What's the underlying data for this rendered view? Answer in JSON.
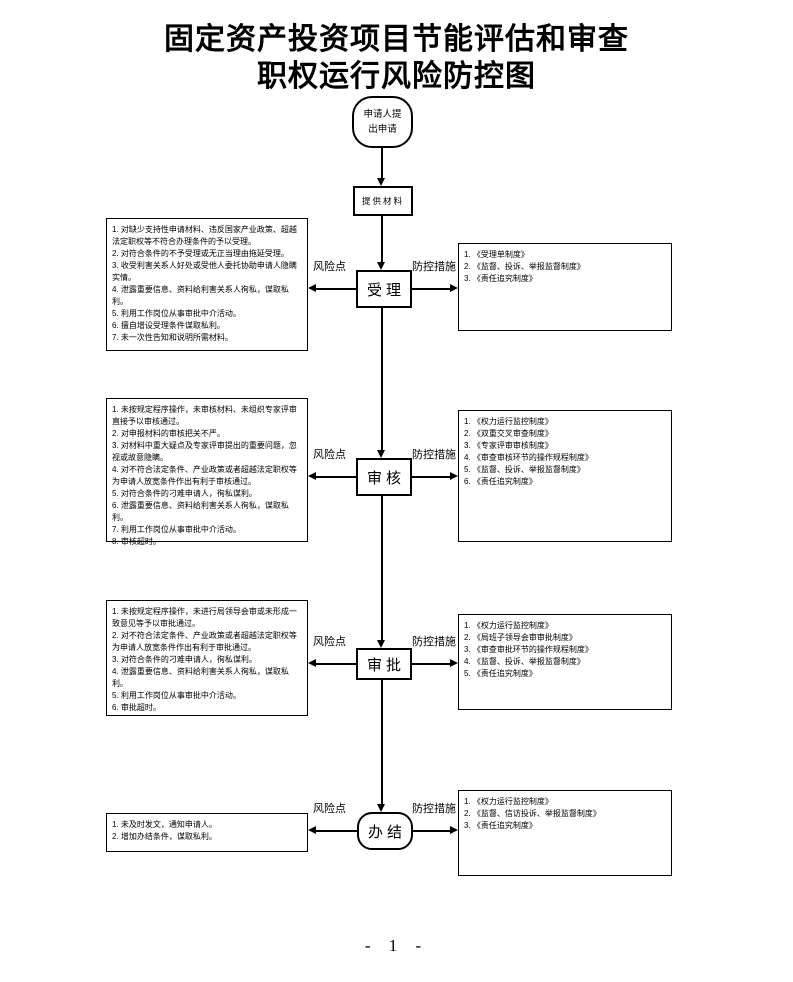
{
  "title": {
    "line1": "固定资产投资项目节能评估和审查",
    "line2": "职权运行风险防控图"
  },
  "start_node": {
    "label": "申请人提出申请"
  },
  "materials_node": {
    "label": "提供材料"
  },
  "rows": [
    {
      "step": "受理",
      "risk_label": "风险点",
      "control_label": "防控措施",
      "risks": [
        "对缺少支持性申请材料、违反国家产业政策、超越法定职权等不符合办理条件的予以受理。",
        "对符合条件的不予受理或无正当理由拖延受理。",
        "收受利害关系人好处或受他人委托协助申请人隐瞒实情。",
        "泄露重要信息、资料给利害关系人徇私，谋取私利。",
        "利用工作岗位从事审批中介活动。",
        "擅自增设受理条件谋取私利。",
        "未一次性告知和说明所需材料。"
      ],
      "controls": [
        "《受理单制度》",
        "《监督、投诉、举报监督制度》",
        "《责任追究制度》"
      ]
    },
    {
      "step": "审核",
      "risk_label": "风险点",
      "control_label": "防控措施",
      "risks": [
        "未按规定程序操作，未审核材料、未组织专家评审直接予以审核通过。",
        "对申报材料的审核把关不严。",
        "对材料中重大疑点及专家评审提出的重要问题，忽视或故意隐瞒。",
        "对不符合法定条件、产业政策或者超越法定职权等为申请人放宽条件作出有利于审核通过。",
        "对符合条件的刁难申请人，徇私谋利。",
        "泄露重要信息、资料给利害关系人徇私，谋取私利。",
        "利用工作岗位从事审批中介活动。",
        "审核超时。"
      ],
      "controls": [
        "《权力运行监控制度》",
        "《双重交叉审查制度》",
        "《专家评审审核制度》",
        "《审查审核环节的操作规程制度》",
        "《监督、投诉、举报监督制度》",
        "《责任追究制度》"
      ]
    },
    {
      "step": "审批",
      "risk_label": "风险点",
      "control_label": "防控措施",
      "risks": [
        "未按规定程序操作，未进行局领导会审或未形成一致意见等予以审批通过。",
        "对不符合法定条件、产业政策或者超越法定职权等为申请人放宽条件作出有利于审批通过。",
        "对符合条件的刁难申请人，徇私谋利。",
        "泄露重要信息、资料给利害关系人徇私，谋取私利。",
        "利用工作岗位从事审批中介活动。",
        "审批超时。"
      ],
      "controls": [
        "《权力运行监控制度》",
        "《局班子领导会审审批制度》",
        "《审查审批环节的操作规程制度》",
        "《监督、投诉、举报监督制度》",
        "《责任追究制度》"
      ]
    },
    {
      "step": "办结",
      "risk_label": "风险点",
      "control_label": "防控措施",
      "risks": [
        "未及时发文，通知申请人。",
        "增加办结条件，谋取私利。"
      ],
      "controls": [
        "《权力运行监控制度》",
        "《监督、信访投诉、举报监督制度》",
        "《责任追究制度》"
      ]
    }
  ],
  "footer": {
    "page_number": "- 1 -"
  }
}
